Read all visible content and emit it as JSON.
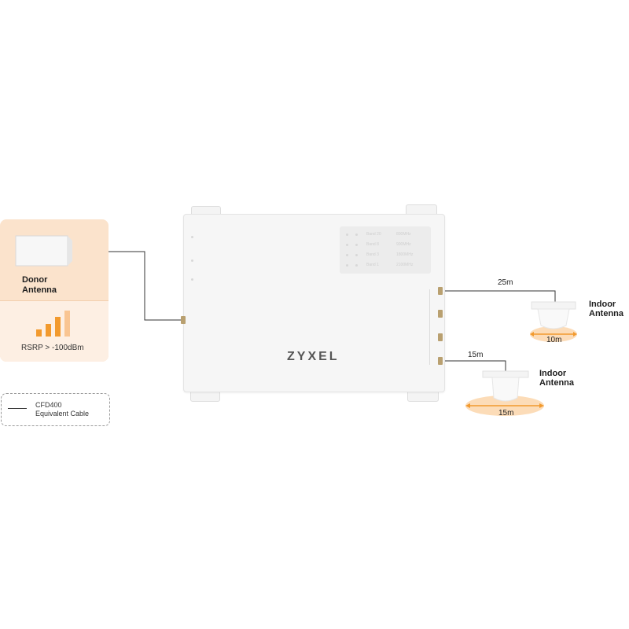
{
  "donor": {
    "title_line1": "Donor",
    "title_line2": "Antenna",
    "signal_text": "RSRP > -100dBm"
  },
  "legend": {
    "line1": "CFD400",
    "line2": "Equivalent Cable"
  },
  "device": {
    "brand": "ZYXEL",
    "bands": [
      {
        "label": "Band 20",
        "freq": "800MHz"
      },
      {
        "label": "Band 8",
        "freq": "900MHz"
      },
      {
        "label": "Band 3",
        "freq": "1800MHz"
      },
      {
        "label": "Band 1",
        "freq": "2100MHz"
      }
    ]
  },
  "indoor_1": {
    "distance": "25m",
    "title_line1": "Indoor",
    "title_line2": "Antenna",
    "coverage": "10m"
  },
  "indoor_2": {
    "distance": "15m",
    "title_line1": "Indoor",
    "title_line2": "Antenna",
    "coverage": "15m"
  },
  "colors": {
    "accent": "#f29a2e",
    "card": "#fbe3cc",
    "card_light": "#fdefe3",
    "bar_light": "#f9c592"
  }
}
